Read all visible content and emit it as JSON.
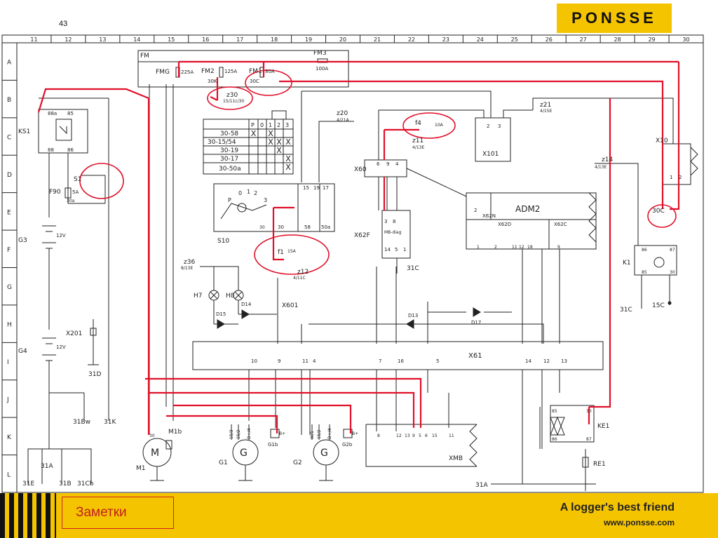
{
  "page_number": "43",
  "brand": "PONSSE",
  "footer": {
    "notes": "Заметки",
    "slogan": "A logger's best friend",
    "website": "www.ponsse.com"
  },
  "grid": {
    "columns": [
      "11",
      "12",
      "13",
      "14",
      "15",
      "16",
      "17",
      "18",
      "19",
      "20",
      "21",
      "22",
      "23",
      "24",
      "25",
      "26",
      "27",
      "28",
      "29",
      "30"
    ],
    "rows": [
      "A",
      "B",
      "C",
      "D",
      "E",
      "F",
      "G",
      "H",
      "I",
      "J",
      "K",
      "L"
    ]
  },
  "diagram": {
    "fuses": {
      "FM": "FM",
      "FMG": "FMG",
      "FMG_val": "225A",
      "FM2": "FM2",
      "FM2_val": "125A",
      "FM1": "FM1",
      "FM1_val": "80A",
      "FM3": "FM3",
      "FM3_val": "100A",
      "F90": "F90",
      "F90_val": "5A",
      "f4": "f4",
      "f4_val": "10A",
      "f1": "f1",
      "f1_val": "15A"
    },
    "terminals": {
      "z30": "z30",
      "z30_sub": "15/11c/30",
      "z20": "z20",
      "z20_sub": "4/21A",
      "z21": "z21",
      "z21_sub": "4/15E",
      "z11": "z11",
      "z11_sub": "4/13E",
      "z14": "z14",
      "z14_sub": "4/13E",
      "z36": "z36",
      "z36_sub": "8/13E",
      "z12": "z12",
      "z12_sub": "4/11C",
      "t30a": "30a",
      "t30c": "30C",
      "t30c_fm": "30C",
      "t30k": "30K",
      "t30c_s10": "30",
      "t15c": "15C",
      "t31c_k1": "31C",
      "t31c_x62f": "31C"
    },
    "components": {
      "KS1": "KS1",
      "S1": "S1",
      "G3": "G3",
      "G4": "G4",
      "X201": "X201",
      "S10": "S10",
      "H7": "H7",
      "H8": "H8",
      "D14": "D14",
      "D15": "D15",
      "D13": "D13",
      "D17": "D17",
      "X601": "X601",
      "X60": "X60",
      "X62F": "X62F",
      "X101": "X101",
      "X10": "X10",
      "ADM2": "ADM2",
      "X62N": "X62N",
      "X62D": "X62D",
      "X62C": "X62C",
      "K1": "K1",
      "KE1": "KE1",
      "RE1": "RE1",
      "X61": "X61",
      "XMB": "XMB",
      "M1": "M1",
      "M1b": "M1b",
      "G1": "G1",
      "G2": "G2",
      "G1b": "G1b",
      "G2b": "G2b",
      "v12a": "12V",
      "v12b": "12V",
      "g31D": "31D",
      "g31Bw": "31Bw",
      "g31K": "31K",
      "g31A": "31A",
      "g31E": "31E",
      "g31B": "31B",
      "g31Cb": "31Cb",
      "g31A_r": "31A",
      "MBdiag": "MB-diag"
    },
    "switch_table": {
      "header": [
        "P",
        "0",
        "1",
        "2",
        "3"
      ],
      "rows": [
        {
          "label": "30-58",
          "marks": [
            true,
            false,
            true,
            false,
            false
          ]
        },
        {
          "label": "30-15/54",
          "marks": [
            false,
            false,
            true,
            true,
            true
          ]
        },
        {
          "label": "30-19",
          "marks": [
            false,
            false,
            false,
            true,
            false
          ]
        },
        {
          "label": "30-17",
          "marks": [
            false,
            false,
            false,
            false,
            true
          ]
        },
        {
          "label": "30-50a",
          "marks": [
            false,
            false,
            false,
            false,
            true
          ]
        }
      ]
    },
    "pins": {
      "x61": [
        "10",
        "9",
        "11",
        "4",
        "7",
        "16",
        "5",
        "14",
        "12",
        "13"
      ],
      "xmb": [
        "8",
        "12",
        "13",
        "9",
        "5",
        "6",
        "15",
        "11"
      ],
      "x62f": [
        "3",
        "8",
        "14",
        "5",
        "1"
      ],
      "x60": [
        "6",
        "9",
        "4"
      ],
      "x101": [
        "2",
        "3"
      ],
      "x10": [
        "1",
        "2"
      ],
      "s10": [
        "15",
        "19",
        "17",
        "30",
        "58",
        "50a"
      ],
      "x62d": [
        "1",
        "2",
        "11",
        "12",
        "18"
      ],
      "x62c": [
        "9"
      ],
      "x62n": [
        "2"
      ],
      "k1": [
        "86",
        "85",
        "87",
        "30"
      ],
      "ke1": [
        "85",
        "86",
        "30",
        "87"
      ],
      "ks1": [
        "88a",
        "85",
        "88",
        "86"
      ],
      "g_pins_1": [
        "15/3",
        "15/2",
        "D+/4",
        "B+"
      ],
      "g_pins_2": [
        "W/1",
        "15/2",
        "D+/4",
        "B+"
      ],
      "misc": [
        "1",
        "2",
        "30",
        "3",
        "4",
        "6",
        "P",
        "0"
      ]
    }
  },
  "colors": {
    "accent_red": "#e0102a",
    "brand_yellow": "#f5c400",
    "line": "#222222"
  }
}
